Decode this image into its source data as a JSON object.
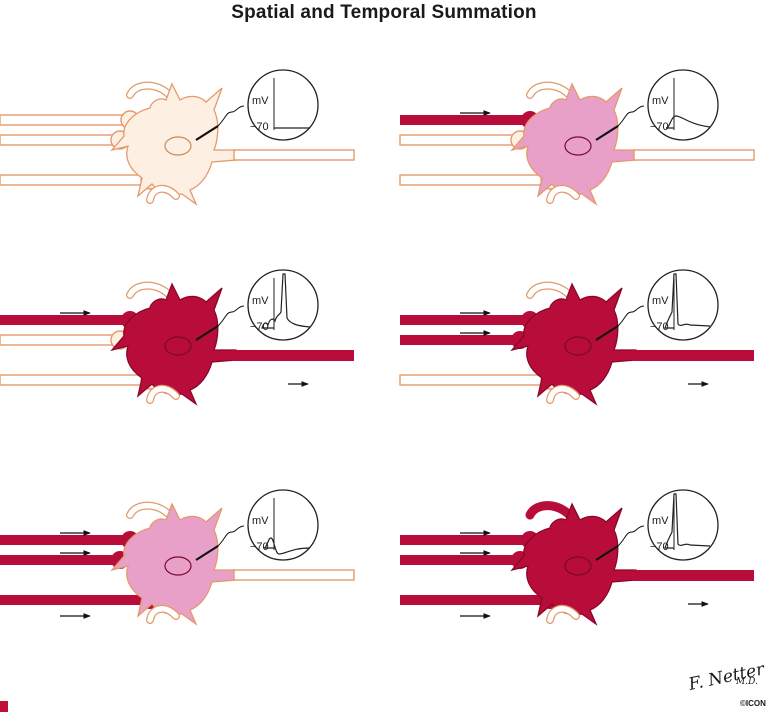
{
  "title": "Spatial and Temporal Summation",
  "axis_unit": "mV",
  "resting_label": "−70",
  "signature": {
    "name": "F. Netter",
    "degree": "M.D.",
    "copyright": "©ICON"
  },
  "colors": {
    "inactive_fill": "#fdf0e2",
    "inactive_stroke": "#e3996b",
    "subthreshold_fill": "#e9a0c8",
    "active_fill": "#b80c3a",
    "active_stroke": "#8a0628",
    "trace": "#222222"
  },
  "panels": [
    {
      "name": "resting",
      "state": "inactive",
      "trace": "flat",
      "inputs": []
    },
    {
      "name": "single-input-epsp",
      "state": "sub",
      "trace": "epsp",
      "inputs": [
        "top"
      ]
    },
    {
      "name": "temporal-summation",
      "state": "active",
      "trace": "temporal",
      "inputs": [
        "top"
      ],
      "output": true
    },
    {
      "name": "spatial-summation-two-inputs",
      "state": "active",
      "trace": "spike",
      "inputs": [
        "top",
        "mid"
      ],
      "output": true
    },
    {
      "name": "excitation-plus-inhibition",
      "state": "sub",
      "trace": "ipsp",
      "inputs": [
        "top",
        "mid",
        "bottom"
      ]
    },
    {
      "name": "spatial-summation-three-inputs",
      "state": "active",
      "trace": "spike",
      "inputs": [
        "top",
        "mid",
        "bottom",
        "upper"
      ],
      "output": true
    }
  ]
}
